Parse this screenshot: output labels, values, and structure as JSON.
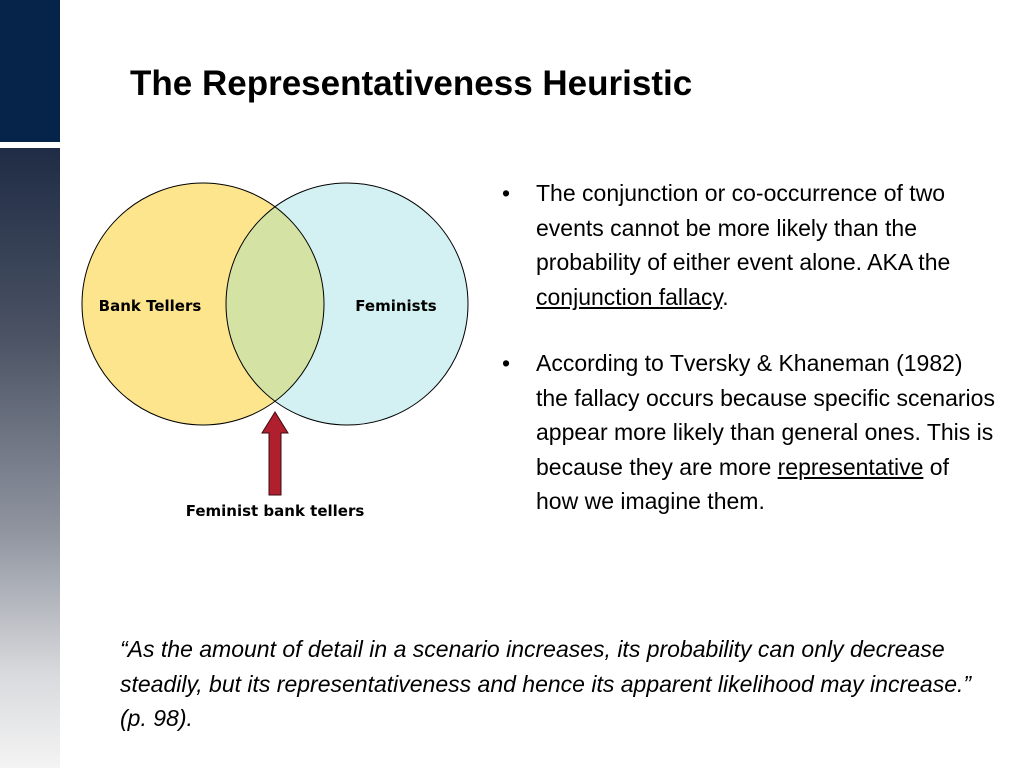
{
  "slide": {
    "title": "The Representativeness Heuristic"
  },
  "diagram": {
    "left_circle_label": "Bank Tellers",
    "right_circle_label": "Feminists",
    "intersection_label": "Feminist bank tellers",
    "colors": {
      "left_fill": "#fde58e",
      "right_fill": "#d3f1f2",
      "overlap_fill": "#d4e2a4",
      "arrow_fill": "#b01f2e"
    }
  },
  "bullets": [
    {
      "marker": "•",
      "pre": "The conjunction or co-occurrence of two events cannot be more likely than the probability of either event alone. AKA the ",
      "term": "conjunction fallacy",
      "post": "."
    },
    {
      "marker": "•",
      "pre": "According to Tversky & Khaneman (1982) the fallacy occurs because specific scenarios appear more likely than general ones. This is because they are more ",
      "term": "representative",
      "post": " of how we imagine them."
    }
  ],
  "quote": "“As the amount of detail in a scenario increases, its probability can only decrease steadily, but its representativeness and hence its apparent likelihood may increase.” (p. 98)."
}
